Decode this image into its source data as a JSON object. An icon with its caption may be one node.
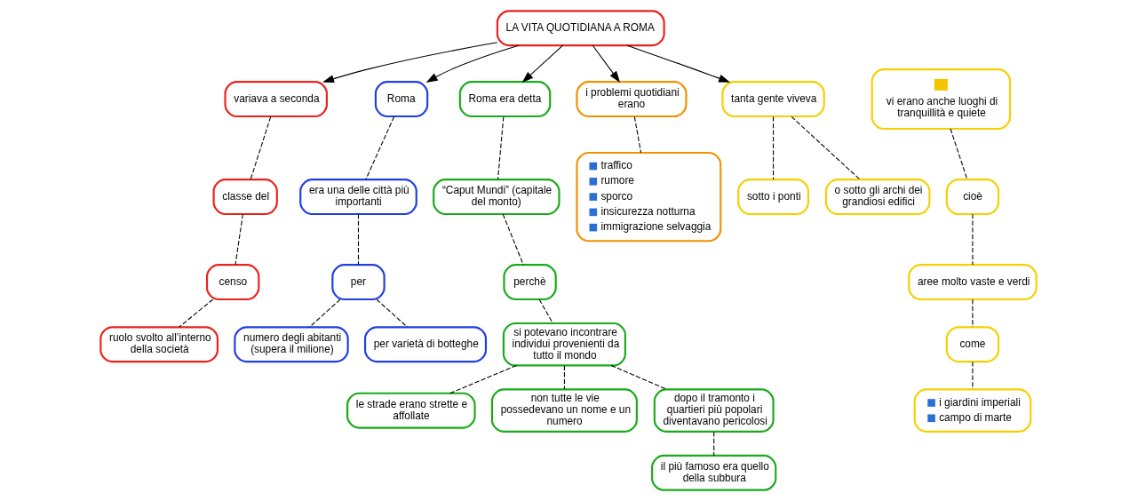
{
  "diagram": {
    "nodes": [
      {
        "text": [
          "LA VITA QUOTIDIANA A ROMA"
        ]
      },
      {
        "text": [
          "variava a seconda"
        ]
      },
      {
        "text": [
          "classe del"
        ]
      },
      {
        "text": [
          "censo"
        ]
      },
      {
        "text": [
          "ruolo svolto all’interno della società"
        ]
      },
      {
        "text": [
          "Roma"
        ]
      },
      {
        "text": [
          "era una delle città più importanti"
        ]
      },
      {
        "text": [
          "per"
        ]
      },
      {
        "text": [
          "numero degli abitanti (supera il milione)"
        ]
      },
      {
        "text": [
          "per varietà di botteghe"
        ]
      },
      {
        "text": [
          "Roma era detta"
        ]
      },
      {
        "text": [
          "“Caput Mundi” (capitale del monto)"
        ]
      },
      {
        "text": [
          "perchè"
        ]
      },
      {
        "text": [
          "si potevano incontrare individui provenienti da tutto il mondo"
        ]
      },
      {
        "text": [
          "le strade erano strette e affollate"
        ]
      },
      {
        "text": [
          "non tutte le vie possedevano un nome e un numero"
        ]
      },
      {
        "text": [
          "dopo il tramonto i quartieri più popolari diventavano pericolosi"
        ]
      },
      {
        "text": [
          "il più famoso era quello della subbura"
        ]
      },
      {
        "text": [
          "i problemi quotidiani erano"
        ]
      },
      {
        "text": [
          "traffico",
          "rumore",
          "sporco",
          "insicurezza notturna",
          "immigrazione selvaggia"
        ]
      },
      {
        "text": [
          "tanta gente viveva"
        ]
      },
      {
        "text": [
          "sotto i ponti"
        ]
      },
      {
        "text": [
          "o sotto gli archi dei grandiosi edifici"
        ]
      },
      {
        "text": [
          "vi erano anche luoghi di tranquillità e quiete"
        ]
      },
      {
        "text": [
          "cioè"
        ]
      },
      {
        "text": [
          "aree molto vaste e verdi"
        ]
      },
      {
        "text": [
          "come"
        ]
      },
      {
        "text": [
          "i giardini imperiali",
          "campo di marte"
        ]
      }
    ],
    "edges": [
      {
        "from": 0,
        "to": 1,
        "arrow": "to"
      },
      {
        "from": 0,
        "to": 5,
        "arrow": "to"
      },
      {
        "from": 0,
        "to": 10,
        "arrow": "to"
      },
      {
        "from": 0,
        "to": 18,
        "arrow": "to"
      },
      {
        "from": 0,
        "to": 20,
        "arrow": "to"
      },
      {
        "from": 1,
        "to": 2,
        "arrow": "none",
        "style": "dashed"
      },
      {
        "from": 2,
        "to": 3,
        "arrow": "none",
        "style": "dashed"
      },
      {
        "from": 3,
        "to": 4,
        "arrow": "none",
        "style": "dashed"
      },
      {
        "from": 5,
        "to": 6,
        "arrow": "none",
        "style": "dashed"
      },
      {
        "from": 6,
        "to": 7,
        "arrow": "none",
        "style": "dashed"
      },
      {
        "from": 7,
        "to": 8,
        "arrow": "none",
        "style": "dashed"
      },
      {
        "from": 7,
        "to": 9,
        "arrow": "none",
        "style": "dashed"
      },
      {
        "from": 10,
        "to": 11,
        "arrow": "none",
        "style": "dashed"
      },
      {
        "from": 11,
        "to": 12,
        "arrow": "none",
        "style": "dashed"
      },
      {
        "from": 12,
        "to": 13,
        "arrow": "none",
        "style": "dashed"
      },
      {
        "from": 13,
        "to": 14,
        "arrow": "none",
        "style": "dashed"
      },
      {
        "from": 13,
        "to": 15,
        "arrow": "none",
        "style": "dashed"
      },
      {
        "from": 13,
        "to": 16,
        "arrow": "none",
        "style": "dashed"
      },
      {
        "from": 16,
        "to": 17,
        "arrow": "none",
        "style": "dashed"
      },
      {
        "from": 18,
        "to": 19,
        "arrow": "none",
        "style": "dashed"
      },
      {
        "from": 20,
        "to": 21,
        "arrow": "none",
        "style": "dashed"
      },
      {
        "from": 20,
        "to": 22,
        "arrow": "none",
        "style": "dashed"
      },
      {
        "from": 23,
        "to": 24,
        "arrow": "none",
        "style": "dashed"
      },
      {
        "from": 24,
        "to": 25,
        "arrow": "none",
        "style": "dashed"
      },
      {
        "from": 25,
        "to": 26,
        "arrow": "none",
        "style": "dashed"
      },
      {
        "from": 26,
        "to": 27,
        "arrow": "none",
        "style": "dashed"
      }
    ]
  }
}
